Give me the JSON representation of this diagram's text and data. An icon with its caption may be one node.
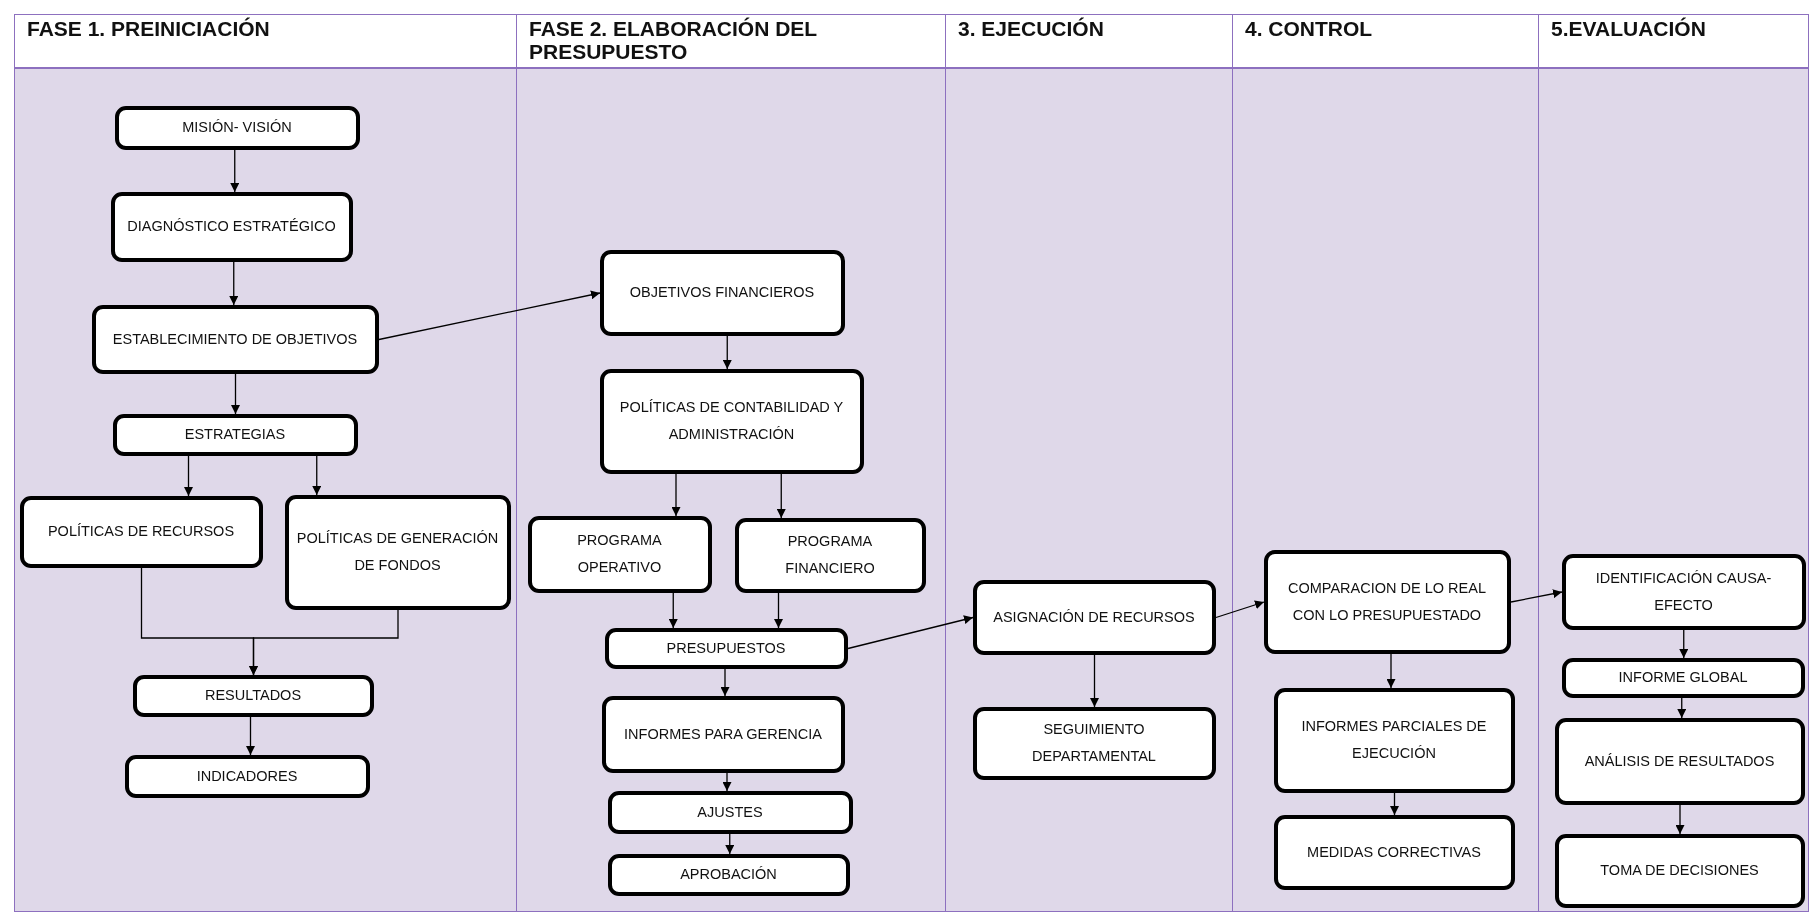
{
  "diagram": {
    "nodes": [
      {
        "text": [
          "FASE 1. PREINICIACIÓN"
        ]
      },
      {
        "text": [
          "MISIÓN- VISIÓN"
        ],
        "in": 0
      },
      {
        "text": [
          "DIAGNÓSTICO ESTRATÉGICO"
        ],
        "in": 0
      },
      {
        "text": [
          "ESTABLECIMIENTO DE OBJETIVOS"
        ],
        "in": 0
      },
      {
        "text": [
          "ESTRATEGIAS"
        ],
        "in": 0
      },
      {
        "text": [
          "POLÍTICAS DE RECURSOS"
        ],
        "in": 0
      },
      {
        "text": [
          "POLÍTICAS DE GENERACIÓN DE FONDOS"
        ],
        "in": 0
      },
      {
        "text": [
          "RESULTADOS"
        ],
        "in": 0
      },
      {
        "text": [
          "INDICADORES"
        ],
        "in": 0
      },
      {
        "text": [
          "FASE 2. ELABORACIÓN DEL PRESUPUESTO"
        ]
      },
      {
        "text": [
          "OBJETIVOS FINANCIEROS"
        ],
        "in": 9
      },
      {
        "text": [
          "POLÍTICAS DE CONTABILIDAD Y ADMINISTRACIÓN"
        ],
        "in": 9
      },
      {
        "text": [
          "PROGRAMA OPERATIVO"
        ],
        "in": 9
      },
      {
        "text": [
          "PROGRAMA FINANCIERO"
        ],
        "in": 9
      },
      {
        "text": [
          "PRESUPUESTOS"
        ],
        "in": 9
      },
      {
        "text": [
          "INFORMES PARA GERENCIA"
        ],
        "in": 9
      },
      {
        "text": [
          "AJUSTES"
        ],
        "in": 9
      },
      {
        "text": [
          "APROBACIÓN"
        ],
        "in": 9
      },
      {
        "text": [
          "3. EJECUCIÓN"
        ]
      },
      {
        "text": [
          "ASIGNACIÓN DE RECURSOS"
        ],
        "in": 18
      },
      {
        "text": [
          "SEGUIMIENTO DEPARTAMENTAL"
        ],
        "in": 18
      },
      {
        "text": [
          "4. CONTROL"
        ]
      },
      {
        "text": [
          "COMPARACION DE LO REAL CON LO PRESUPUESTADO"
        ],
        "in": 21
      },
      {
        "text": [
          "INFORMES PARCIALES DE EJECUCIÓN"
        ],
        "in": 21
      },
      {
        "text": [
          "MEDIDAS CORRECTIVAS"
        ],
        "in": 21
      },
      {
        "text": [
          "5.EVALUACIÓN"
        ]
      },
      {
        "text": [
          "IDENTIFICACIÓN CAUSA-EFECTO"
        ],
        "in": 25
      },
      {
        "text": [
          "INFORME GLOBAL"
        ],
        "in": 25
      },
      {
        "text": [
          "ANÁLISIS DE RESULTADOS"
        ],
        "in": 25
      },
      {
        "text": [
          "TOMA DE DECISIONES"
        ],
        "in": 25
      }
    ],
    "edges": [
      {
        "from": 1,
        "to": 2,
        "arrow": "to"
      },
      {
        "from": 2,
        "to": 3,
        "arrow": "to"
      },
      {
        "from": 3,
        "to": 10,
        "arrow": "to"
      },
      {
        "from": 3,
        "to": 4,
        "arrow": "to"
      },
      {
        "from": 4,
        "to": 5,
        "arrow": "to"
      },
      {
        "from": 4,
        "to": 6,
        "arrow": "to"
      },
      {
        "from": 5,
        "to": 7,
        "arrow": "to"
      },
      {
        "from": 6,
        "to": 7,
        "arrow": "to"
      },
      {
        "from": 7,
        "to": 8,
        "arrow": "to"
      },
      {
        "from": 10,
        "to": 11,
        "arrow": "to"
      },
      {
        "from": 11,
        "to": 12,
        "arrow": "to"
      },
      {
        "from": 11,
        "to": 13,
        "arrow": "to"
      },
      {
        "from": 12,
        "to": 14,
        "arrow": "to"
      },
      {
        "from": 13,
        "to": 14,
        "arrow": "to"
      },
      {
        "from": 14,
        "to": 15,
        "arrow": "to"
      },
      {
        "from": 15,
        "to": 16,
        "arrow": "to"
      },
      {
        "from": 16,
        "to": 17,
        "arrow": "to"
      },
      {
        "from": 14,
        "to": 19,
        "arrow": "to"
      },
      {
        "from": 19,
        "to": 20,
        "arrow": "to"
      },
      {
        "from": 19,
        "to": 22,
        "arrow": "to"
      },
      {
        "from": 22,
        "to": 23,
        "arrow": "to"
      },
      {
        "from": 23,
        "to": 24,
        "arrow": "to"
      },
      {
        "from": 22,
        "to": 26,
        "arrow": "to"
      },
      {
        "from": 26,
        "to": 27,
        "arrow": "to"
      },
      {
        "from": 27,
        "to": 28,
        "arrow": "to"
      },
      {
        "from": 28,
        "to": 29,
        "arrow": "to"
      }
    ]
  }
}
